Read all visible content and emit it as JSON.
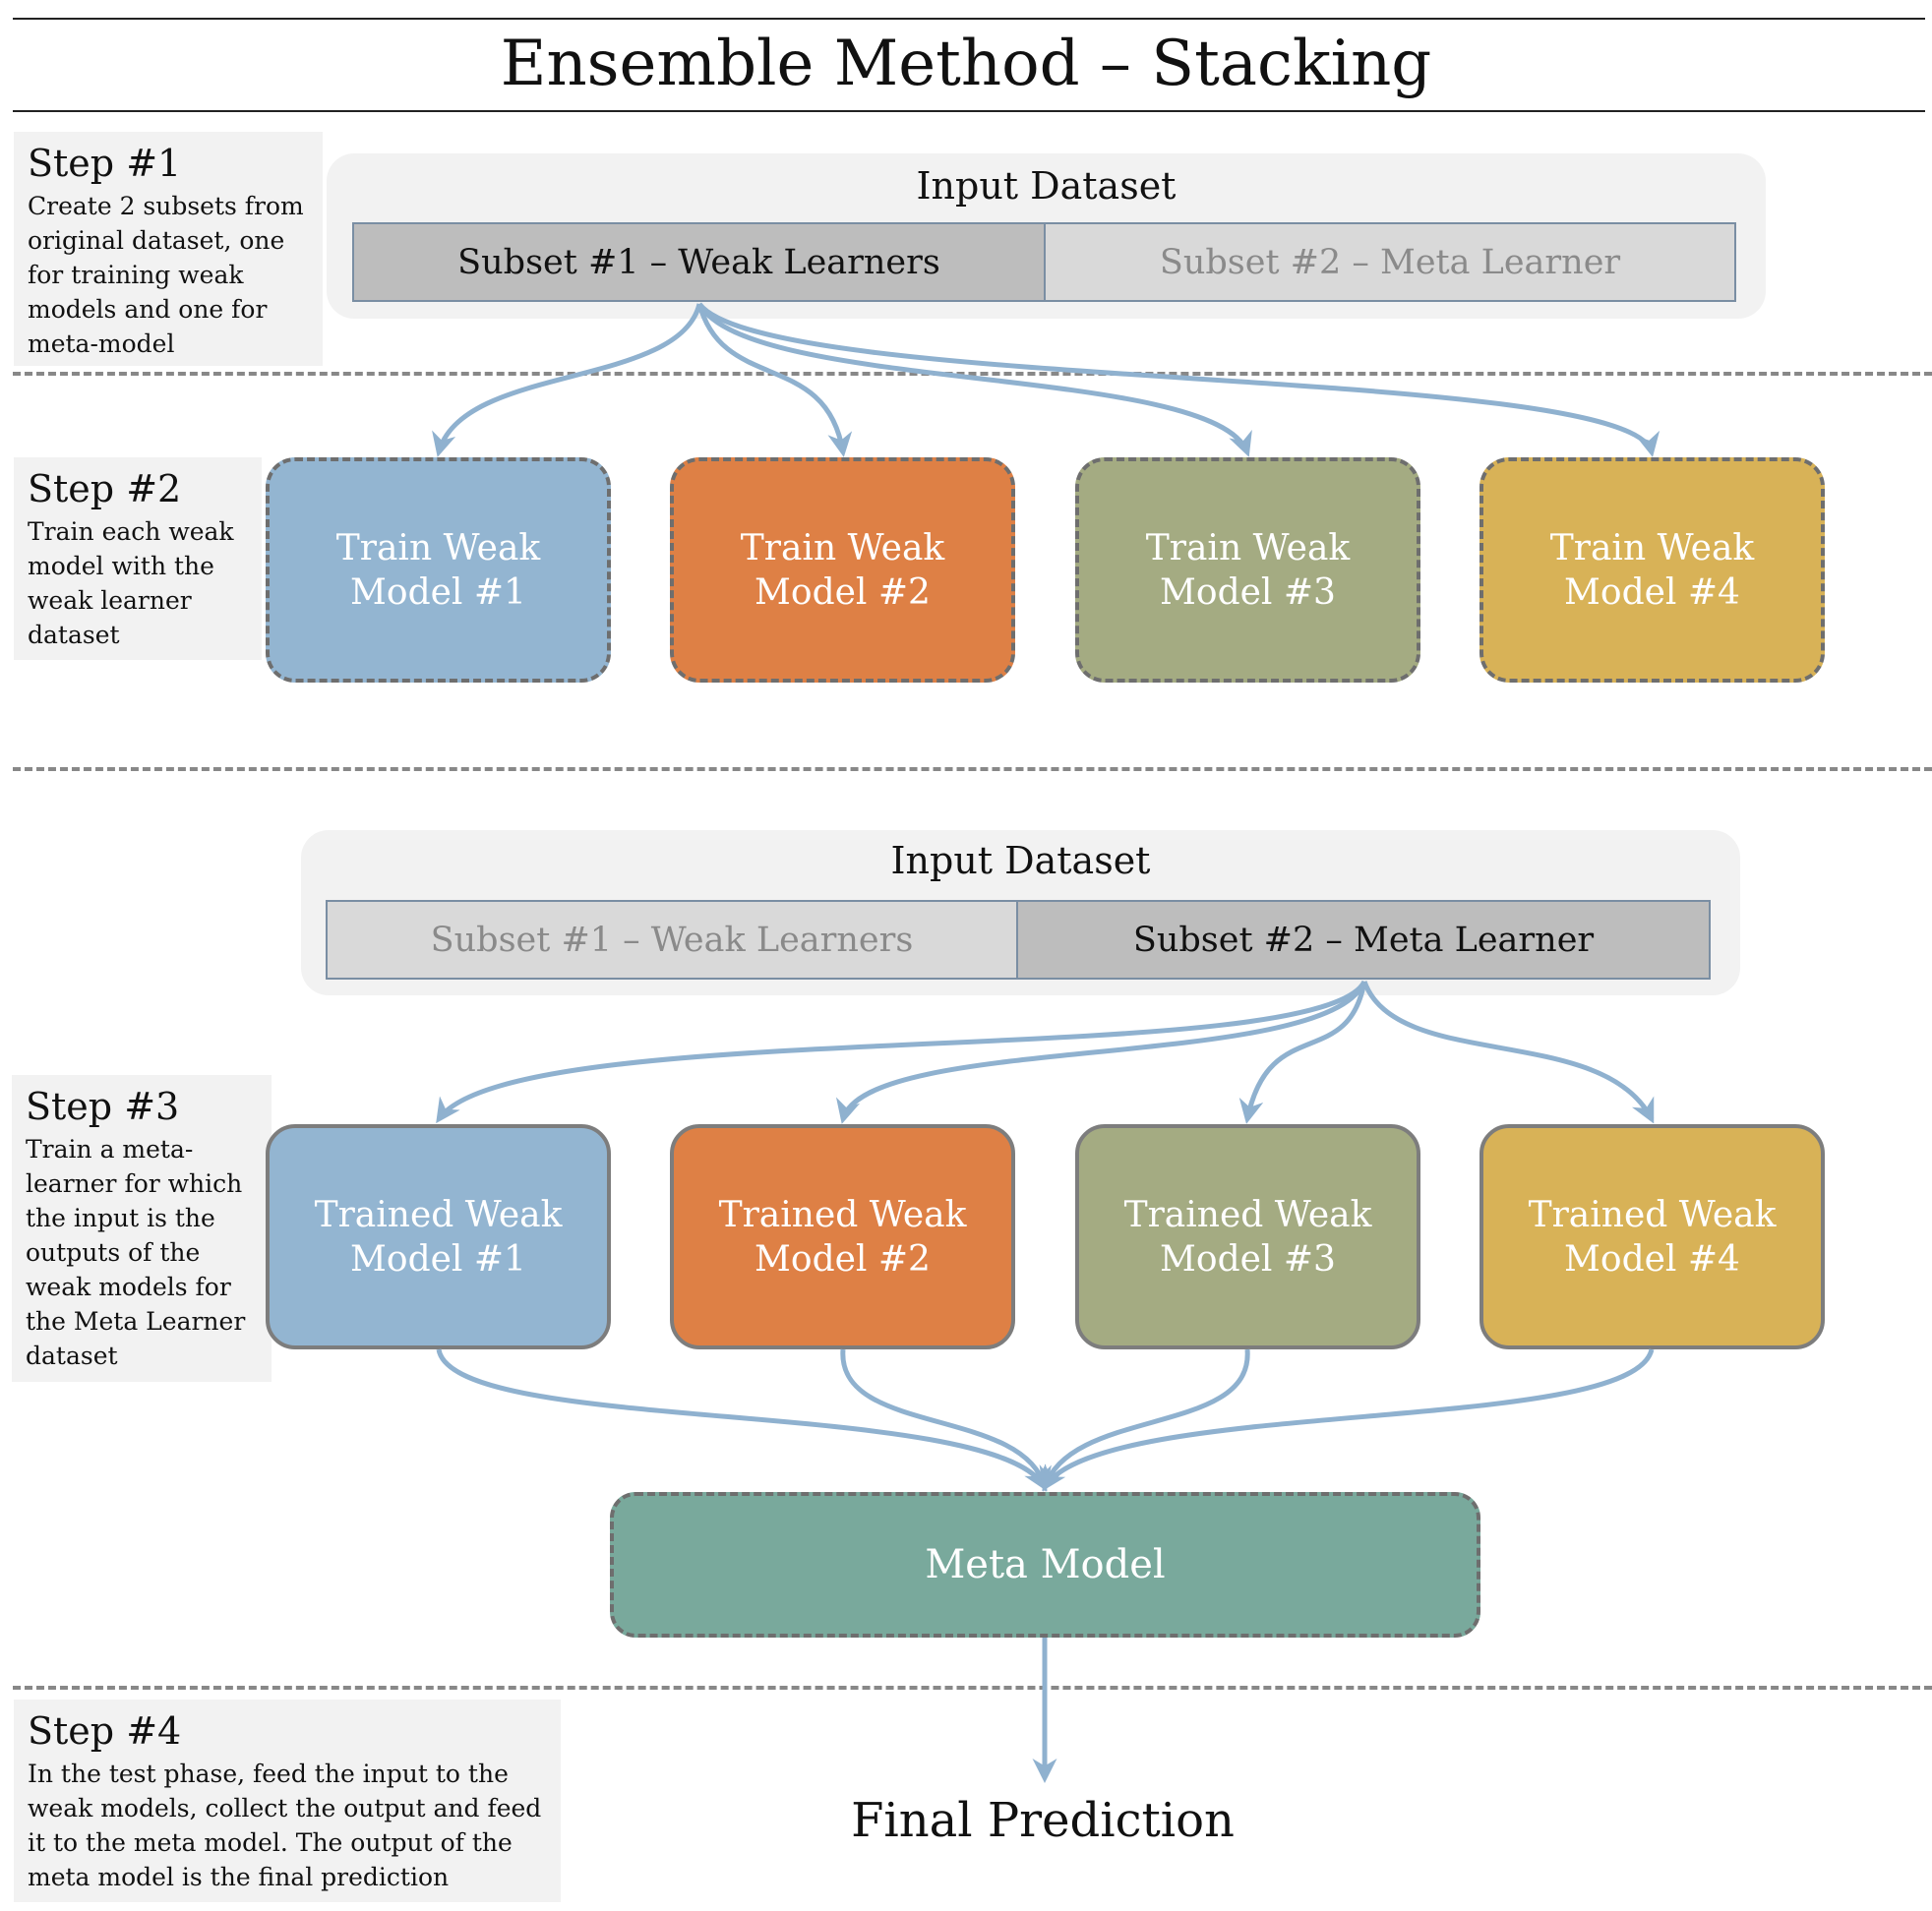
{
  "title": "Ensemble Method – Stacking",
  "colors": {
    "arrow": "#8fb1cf",
    "model_1": "#93b5d1",
    "model_2": "#de8045",
    "model_3": "#a4ab82",
    "model_4": "#d8b257",
    "meta_model": "#79a99c",
    "subset_active": "#bdbdbd",
    "subset_inactive": "#d9d9d9",
    "step_bg": "#f2f2f2"
  },
  "steps": [
    {
      "heading": "Step #1",
      "text": "Create 2 subsets from original dataset, one for training weak models and one for meta-model"
    },
    {
      "heading": "Step #2",
      "text": "Train each weak model with the weak learner dataset"
    },
    {
      "heading": "Step #3",
      "text": "Train a meta-learner for which the input is the outputs of the weak models for the Meta Learner dataset"
    },
    {
      "heading": "Step #4",
      "text": "In the test phase, feed the input to the weak models, collect the output and feed it to the meta model. The output of the meta model is the final prediction"
    }
  ],
  "dataset_top": {
    "title": "Input Dataset",
    "subset_1": "Subset #1 – Weak Learners",
    "subset_2": "Subset #2 – Meta Learner"
  },
  "dataset_bottom": {
    "title": "Input Dataset",
    "subset_1": "Subset #1 – Weak Learners",
    "subset_2": "Subset #2 – Meta Learner"
  },
  "train_models": [
    "Train Weak Model #1",
    "Train Weak Model #2",
    "Train Weak Model #3",
    "Train Weak Model #4"
  ],
  "trained_models": [
    "Trained Weak Model #1",
    "Trained Weak Model #2",
    "Trained Weak Model #3",
    "Trained Weak Model #4"
  ],
  "meta_model": "Meta Model",
  "final_prediction": "Final Prediction"
}
